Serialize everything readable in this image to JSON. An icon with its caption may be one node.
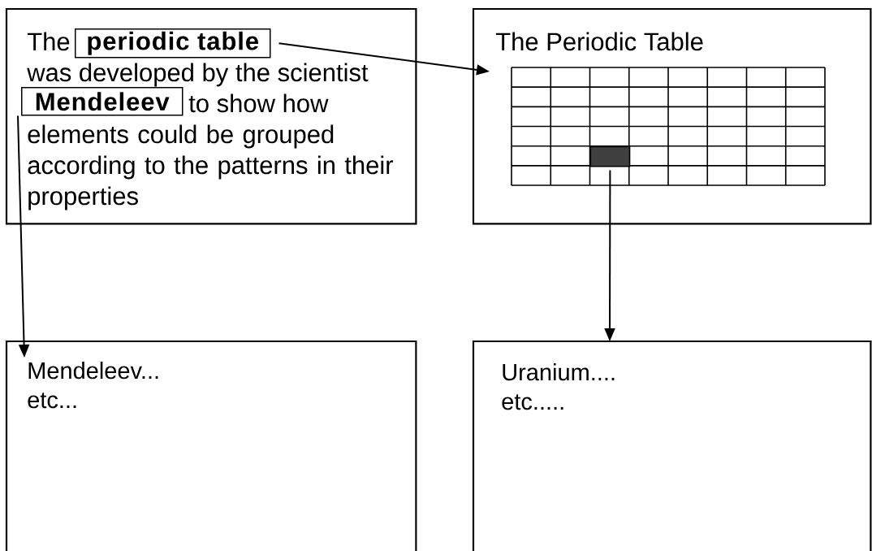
{
  "diagram": {
    "nodes": [
      {
        "text": [
          "The",
          "was developed by the scientist",
          "to show how",
          "elements could be grouped according to the patterns in their properties"
        ]
      },
      {
        "text": [
          "periodic table"
        ],
        "in": 0
      },
      {
        "text": [
          "Mendeleev"
        ],
        "in": 0
      },
      {
        "text": [
          "The Periodic Table"
        ]
      },
      {
        "text": [],
        "shape": "box",
        "in": 3
      },
      {
        "text": [
          "Mendeleev...",
          "etc..."
        ]
      },
      {
        "text": [
          "Uranium....",
          "etc....."
        ]
      }
    ],
    "edges": [
      {
        "from": 1,
        "to": 3,
        "arrow": "to"
      },
      {
        "from": 2,
        "to": 5,
        "arrow": "to"
      },
      {
        "from": 4,
        "to": 6,
        "arrow": "to"
      }
    ]
  }
}
